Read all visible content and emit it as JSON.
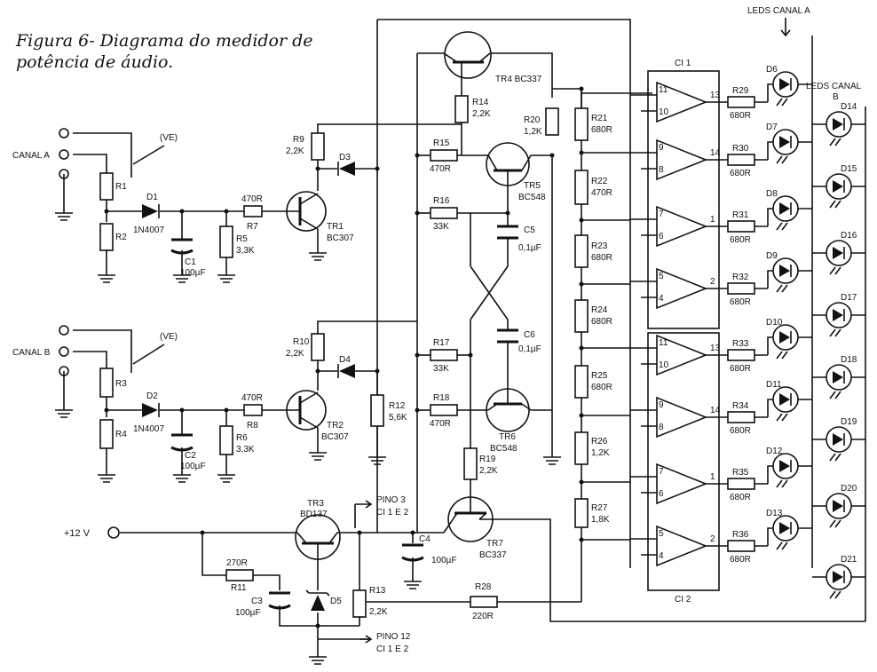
{
  "caption": {
    "line1": "Figura 6- Diagrama do medidor de",
    "line2": "potência de áudio."
  },
  "inputs": {
    "canal_a": "CANAL A",
    "canal_b": "CANAL B",
    "ve": "(VE)",
    "supply": "+12 V"
  },
  "leds": {
    "canal_a": "LEDS CANAL A",
    "canal_b1": "LEDS CANAL",
    "canal_b2": "B"
  },
  "ics": {
    "ci1": "CI 1",
    "ci2": "CI 2"
  },
  "pinos": {
    "p3a": "PINO 3",
    "p3b": "CI 1 E 2",
    "p12a": "PINO 12",
    "p12b": "CI 1 E 2"
  },
  "parts": {
    "R1": "R1",
    "R2": "R2",
    "R3": "R3",
    "R4": "R4",
    "D1": "D1",
    "D1v": "1N4007",
    "D2": "D2",
    "D2v": "1N4007",
    "C1": "C1",
    "C1v": "100µF",
    "C2": "C2",
    "C2v": "100µF",
    "R7v": "470R",
    "R7": "R7",
    "R8v": "470R",
    "R8": "R8",
    "R5": "R5",
    "R5v": "3,3K",
    "R6": "R6",
    "R6v": "3,3K",
    "TR1": "TR1",
    "TR1v": "BC307",
    "TR2": "TR2",
    "TR2v": "BC307",
    "R9": "R9",
    "R9v": "2,2K",
    "R10": "R10",
    "R10v": "2,2K",
    "D3": "D3",
    "D4": "D4",
    "R12": "R12",
    "R12v": "5,6K",
    "TR4": "TR4 BC337",
    "R14": "R14",
    "R14v": "2,2K",
    "R15": "R15",
    "R15v": "470R",
    "R16": "R16",
    "R16v": "33K",
    "R17": "R17",
    "R17v": "33K",
    "R18": "R18",
    "R18v": "470R",
    "TR5": "TR5",
    "TR5v": "BC548",
    "TR6": "TR6",
    "TR6v": "BC548",
    "C5": "C5",
    "C5v": "0,1µF",
    "C6": "C6",
    "C6v": "0,1µF",
    "R19": "R19",
    "R19v": "2,2K",
    "TR7": "TR7",
    "TR7v": "BC337",
    "TR3": "TR3",
    "TR3v": "BD137",
    "C4": "C4",
    "C4v": "100µF",
    "R11v": "270R",
    "R11": "R11",
    "C3": "C3",
    "C3v": "100µF",
    "D5": "D5",
    "R13": "R13",
    "R13v": "2,2K",
    "R28": "R28",
    "R28v": "220R",
    "R20": "R20",
    "R20v": "1,2K",
    "R21": "R21",
    "R21v": "680R",
    "R22": "R22",
    "R22v": "470R",
    "R23": "R23",
    "R23v": "680R",
    "R24": "R24",
    "R24v": "680R",
    "R25": "R25",
    "R25v": "680R",
    "R26": "R26",
    "R26v": "1,2K",
    "R27": "R27",
    "R27v": "1,8K"
  },
  "comparators": [
    {
      "in_top": "11",
      "in_bot": "10",
      "out": "13",
      "r": "R29",
      "rv": "680R",
      "led": "D6"
    },
    {
      "in_top": "9",
      "in_bot": "8",
      "out": "14",
      "r": "R30",
      "rv": "680R",
      "led": "D7"
    },
    {
      "in_top": "7",
      "in_bot": "6",
      "out": "1",
      "r": "R31",
      "rv": "680R",
      "led": "D8"
    },
    {
      "in_top": "5",
      "in_bot": "4",
      "out": "2",
      "r": "R32",
      "rv": "680R",
      "led": "D9"
    },
    {
      "in_top": "11",
      "in_bot": "10",
      "out": "13",
      "r": "R33",
      "rv": "680R",
      "led": "D10"
    },
    {
      "in_top": "9",
      "in_bot": "8",
      "out": "14",
      "r": "R34",
      "rv": "680R",
      "led": "D11"
    },
    {
      "in_top": "7",
      "in_bot": "6",
      "out": "1",
      "r": "R35",
      "rv": "680R",
      "led": "D12"
    },
    {
      "in_top": "5",
      "in_bot": "4",
      "out": "2",
      "r": "R36",
      "rv": "680R",
      "led": "D13"
    }
  ],
  "leds_b": [
    "D14",
    "D15",
    "D16",
    "D17",
    "D18",
    "D19",
    "D20",
    "D21"
  ]
}
